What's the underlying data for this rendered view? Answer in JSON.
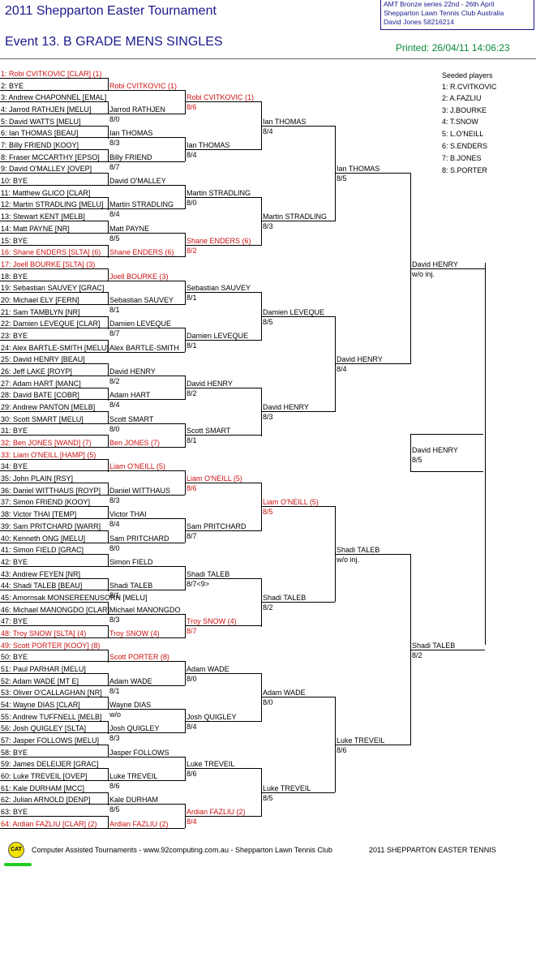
{
  "header": {
    "title": "2011 Shepparton Easter Tournament",
    "event": "Event 13. B GRADE MENS SINGLES",
    "info_lines": [
      "AMT Bronze series    22nd - 26th April",
      "Shepparton Lawn Tennis Club    Australia",
      "David Jones    58216214"
    ],
    "printed": "Printed: 26/04/11 14:06:23"
  },
  "round1": [
    {
      "text": "1: Robi CVITKOVIC [CLAR] (1)",
      "red": true
    },
    {
      "text": "2: BYE",
      "red": false
    },
    {
      "text": "3: Andrew CHAPONNEL [EMAL]",
      "red": false
    },
    {
      "text": "4: Jarrod RATHJEN [MELU]",
      "red": false
    },
    {
      "text": "5: David WATTS [MELU]",
      "red": false
    },
    {
      "text": "6: Ian THOMAS [BEAU]",
      "red": false
    },
    {
      "text": "7: Billy FRIEND [KOOY]",
      "red": false
    },
    {
      "text": "8: Fraser MCCARTHY [EPSO]",
      "red": false
    },
    {
      "text": "9: David O'MALLEY [OVEP]",
      "red": false
    },
    {
      "text": "10: BYE",
      "red": false
    },
    {
      "text": "11: Matthew GLICO [CLAR]",
      "red": false
    },
    {
      "text": "12: Martin STRADLING [MELU]",
      "red": false
    },
    {
      "text": "13: Stewart KENT [MELB]",
      "red": false
    },
    {
      "text": "14: Matt PAYNE [NR]",
      "red": false
    },
    {
      "text": "15: BYE",
      "red": false
    },
    {
      "text": "16: Shane ENDERS [SLTA] (6)",
      "red": true
    },
    {
      "text": "17: Joell BOURKE [SLTA] (3)",
      "red": true
    },
    {
      "text": "18: BYE",
      "red": false
    },
    {
      "text": "19: Sebastian SAUVEY [GRAC]",
      "red": false
    },
    {
      "text": "20: Michael ELY [FERN]",
      "red": false
    },
    {
      "text": "21: Sam TAMBLYN [NR]",
      "red": false
    },
    {
      "text": "22: Damien LEVEQUE [CLAR]",
      "red": false
    },
    {
      "text": "23: BYE",
      "red": false
    },
    {
      "text": "24: Alex BARTLE-SMITH [MELU]",
      "red": false
    },
    {
      "text": "25: David HENRY [BEAU]",
      "red": false
    },
    {
      "text": "26: Jeff LAKE [ROYP]",
      "red": false
    },
    {
      "text": "27: Adam HART [MANC]",
      "red": false
    },
    {
      "text": "28: David BATE [COBR]",
      "red": false
    },
    {
      "text": "29: Andrew PANTON [MELB]",
      "red": false
    },
    {
      "text": "30: Scott SMART [MELU]",
      "red": false
    },
    {
      "text": "31: BYE",
      "red": false
    },
    {
      "text": "32: Ben JONES [WAND] (7)",
      "red": true
    },
    {
      "text": "33: Liam O'NEILL [HAMP] (5)",
      "red": true
    },
    {
      "text": "34: BYE",
      "red": false
    },
    {
      "text": "35: John PLAIN [RSY]",
      "red": false
    },
    {
      "text": "36: Daniel WITTHAUS [ROYP]",
      "red": false
    },
    {
      "text": "37: Simon FRIEND [KOOY]",
      "red": false
    },
    {
      "text": "38: Victor THAI [TEMP]",
      "red": false
    },
    {
      "text": "39: Sam PRITCHARD [WARR]",
      "red": false
    },
    {
      "text": "40: Kenneth ONG [MELU]",
      "red": false
    },
    {
      "text": "41: Simon FIELD [GRAC]",
      "red": false
    },
    {
      "text": "42: BYE",
      "red": false
    },
    {
      "text": "43: Andrew FEYEN [NR]",
      "red": false
    },
    {
      "text": "44: Shadi TALEB [BEAU]",
      "red": false
    },
    {
      "text": "45: Amornsak MONSEREENUSORN [MELU]",
      "red": false
    },
    {
      "text": "46: Michael MANONGDO [CLAR]",
      "red": false
    },
    {
      "text": "47: BYE",
      "red": false
    },
    {
      "text": "48: Troy SNOW [SLTA] (4)",
      "red": true
    },
    {
      "text": "49: Scott PORTER [KOOY] (8)",
      "red": true
    },
    {
      "text": "50: BYE",
      "red": false
    },
    {
      "text": "51: Paul PARHAR [MELU]",
      "red": false
    },
    {
      "text": "52: Adam WADE [MT E]",
      "red": false
    },
    {
      "text": "53: Oliver O'CALLAGHAN [NR]",
      "red": false
    },
    {
      "text": "54: Wayne DIAS [CLAR]",
      "red": false
    },
    {
      "text": "55: Andrew TUFFNELL [MELB]",
      "red": false
    },
    {
      "text": "56: Josh QUIGLEY [SLTA]",
      "red": false
    },
    {
      "text": "57: Jasper FOLLOWS [MELU]",
      "red": false
    },
    {
      "text": "58: BYE",
      "red": false
    },
    {
      "text": "59: James DELEIJER [GRAC]",
      "red": false
    },
    {
      "text": "60: Luke TREVEIL [OVEP]",
      "red": false
    },
    {
      "text": "61: Kale DURHAM [MCC]",
      "red": false
    },
    {
      "text": "62: Julian ARNOLD [DENP]",
      "red": false
    },
    {
      "text": "63: BYE",
      "red": false
    },
    {
      "text": "64: Ardian FAZLIU [CLAR] (2)",
      "red": true
    }
  ],
  "round2": [
    {
      "name": "Robi CVITKOVIC (1)",
      "score": "",
      "red": true
    },
    {
      "name": "Jarrod RATHJEN",
      "score": "8/0",
      "red": false
    },
    {
      "name": "Ian THOMAS",
      "score": "8/3",
      "red": false
    },
    {
      "name": "Billy FRIEND",
      "score": "8/7",
      "red": false
    },
    {
      "name": "David O'MALLEY",
      "score": "",
      "red": false
    },
    {
      "name": "Martin STRADLING",
      "score": "8/4",
      "red": false
    },
    {
      "name": "Matt PAYNE",
      "score": "8/5",
      "red": false
    },
    {
      "name": "Shane ENDERS (6)",
      "score": "",
      "red": true
    },
    {
      "name": "Joell BOURKE (3)",
      "score": "",
      "red": true
    },
    {
      "name": "Sebastian SAUVEY",
      "score": "8/1",
      "red": false
    },
    {
      "name": "Damien LEVEQUE",
      "score": "8/7",
      "red": false
    },
    {
      "name": "Alex BARTLE-SMITH",
      "score": "",
      "red": false
    },
    {
      "name": "David HENRY",
      "score": "8/2",
      "red": false
    },
    {
      "name": "Adam HART",
      "score": "8/4",
      "red": false
    },
    {
      "name": "Scott SMART",
      "score": "8/0",
      "red": false
    },
    {
      "name": "Ben JONES (7)",
      "score": "",
      "red": true
    },
    {
      "name": "Liam O'NEILL (5)",
      "score": "",
      "red": true
    },
    {
      "name": "Daniel WITTHAUS",
      "score": "8/3",
      "red": false
    },
    {
      "name": "Victor THAI",
      "score": "8/4",
      "red": false
    },
    {
      "name": "Sam PRITCHARD",
      "score": "8/0",
      "red": false
    },
    {
      "name": "Simon FIELD",
      "score": "",
      "red": false
    },
    {
      "name": "Shadi TALEB",
      "score": "8/1",
      "red": false
    },
    {
      "name": "Michael MANONGDO",
      "score": "8/3",
      "red": false
    },
    {
      "name": "Troy SNOW (4)",
      "score": "",
      "red": true
    },
    {
      "name": "Scott PORTER (8)",
      "score": "",
      "red": true
    },
    {
      "name": "Adam WADE",
      "score": "8/1",
      "red": false
    },
    {
      "name": "Wayne DIAS",
      "score": "w/o",
      "red": false
    },
    {
      "name": "Josh QUIGLEY",
      "score": "8/3",
      "red": false
    },
    {
      "name": "Jasper FOLLOWS",
      "score": "",
      "red": false
    },
    {
      "name": "Luke TREVEIL",
      "score": "8/6",
      "red": false
    },
    {
      "name": "Kale DURHAM",
      "score": "8/5",
      "red": false
    },
    {
      "name": "Ardian FAZLIU (2)",
      "score": "",
      "red": true
    }
  ],
  "round3": [
    {
      "name": "Robi CVITKOVIC (1)",
      "score": "8/6",
      "red": true
    },
    {
      "name": "Ian THOMAS",
      "score": "8/4",
      "red": false
    },
    {
      "name": "Martin STRADLING",
      "score": "8/0",
      "red": false
    },
    {
      "name": "Shane ENDERS (6)",
      "score": "8/2",
      "red": true
    },
    {
      "name": "Sebastian SAUVEY",
      "score": "8/1",
      "red": false
    },
    {
      "name": "Damien LEVEQUE",
      "score": "8/1",
      "red": false
    },
    {
      "name": "David HENRY",
      "score": "8/2",
      "red": false
    },
    {
      "name": "Scott SMART",
      "score": "8/1",
      "red": false
    },
    {
      "name": "Liam O'NEILL (5)",
      "score": "8/6",
      "red": true
    },
    {
      "name": "Sam PRITCHARD",
      "score": "8/7",
      "red": false
    },
    {
      "name": "Shadi TALEB",
      "score": "8/7<9>",
      "red": false
    },
    {
      "name": "Troy SNOW (4)",
      "score": "8/7",
      "red": true
    },
    {
      "name": "Adam WADE",
      "score": "8/0",
      "red": false
    },
    {
      "name": "Josh QUIGLEY",
      "score": "8/4",
      "red": false
    },
    {
      "name": "Luke TREVEIL",
      "score": "8/6",
      "red": false
    },
    {
      "name": "Ardian FAZLIU (2)",
      "score": "8/4",
      "red": true
    }
  ],
  "round4": [
    {
      "name": "Ian THOMAS",
      "score": "8/4",
      "red": false
    },
    {
      "name": "Martin STRADLING",
      "score": "8/3",
      "red": false
    },
    {
      "name": "Damien LEVEQUE",
      "score": "8/5",
      "red": false
    },
    {
      "name": "David HENRY",
      "score": "8/3",
      "red": false
    },
    {
      "name": "Liam O'NEILL (5)",
      "score": "8/5",
      "red": true
    },
    {
      "name": "Shadi TALEB",
      "score": "8/2",
      "red": false
    },
    {
      "name": "Adam WADE",
      "score": "8/0",
      "red": false
    },
    {
      "name": "Luke TREVEIL",
      "score": "8/5",
      "red": false
    }
  ],
  "round5": [
    {
      "name": "Ian THOMAS",
      "score": "8/5",
      "red": false
    },
    {
      "name": "David HENRY",
      "score": "8/4",
      "red": false
    },
    {
      "name": "Shadi TALEB",
      "score": "w/o inj.",
      "red": false
    },
    {
      "name": "Luke TREVEIL",
      "score": "8/6",
      "red": false
    }
  ],
  "round6": [
    {
      "name": "David HENRY",
      "score": "w/o inj.",
      "red": false
    },
    {
      "name": "Shadi TALEB",
      "score": "8/2",
      "red": false
    }
  ],
  "winner": {
    "name": "David HENRY",
    "score": "8/5"
  },
  "seeded": {
    "title": "Seeded players",
    "list": [
      "1: R.CVITKOVIC",
      "2: A.FAZLIU",
      "3: J.BOURKE",
      "4: T.SNOW",
      "5: L.O'NEILL",
      "6: S.ENDERS",
      "7: B.JONES",
      "8: S.PORTER"
    ]
  },
  "footer": {
    "logo_text": "CAT",
    "left": "Computer Assisted Tournaments - www.92computing.com.au  -  Shepparton Lawn Tennis Club",
    "right": "2011 SHEPPARTON EASTER TENNIS"
  }
}
